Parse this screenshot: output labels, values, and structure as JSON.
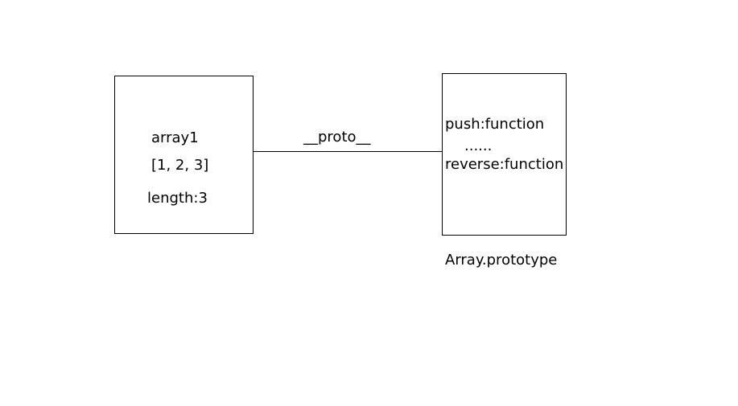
{
  "array_object": {
    "name": "array1",
    "values": "[1, 2, 3]",
    "length": "length:3"
  },
  "link": {
    "label": "__proto__"
  },
  "prototype_object": {
    "members": [
      "push:function",
      "......",
      "reverse:function"
    ],
    "caption": "Array.prototype"
  },
  "colors": {
    "stroke": "#000000",
    "background": "#ffffff"
  }
}
